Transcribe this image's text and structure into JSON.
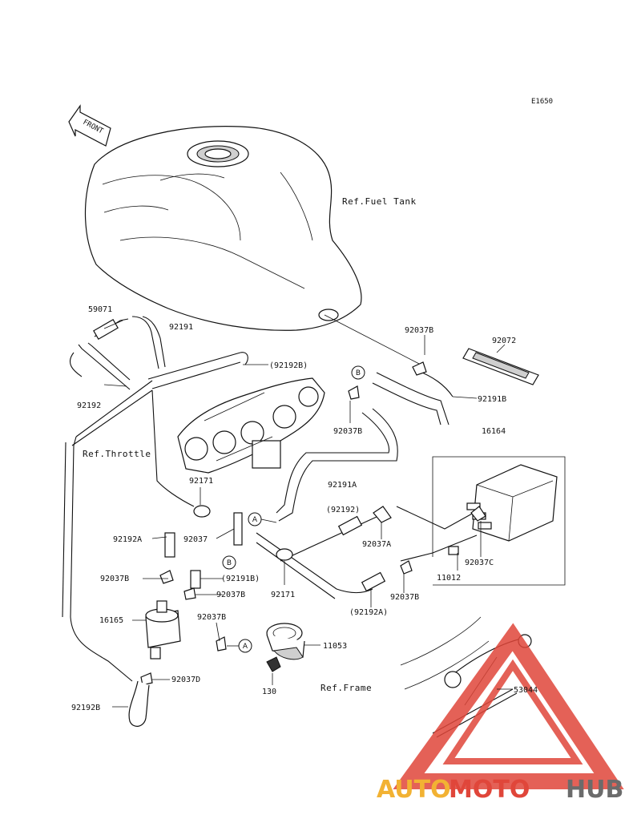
{
  "diagram_code": "E1650",
  "front_label": "FRONT",
  "references": {
    "fuel_tank": "Ref.Fuel Tank",
    "throttle": "Ref.Throttle",
    "frame": "Ref.Frame"
  },
  "parts": {
    "p59071": "59071",
    "p92191": "92191",
    "p92192": "92192",
    "p92192B_paren": "(92192B)",
    "p92037B_top": "92037B",
    "p92072": "92072",
    "p92191B": "92191B",
    "p92037B_mid": "92037B",
    "p16164": "16164",
    "p92171_upper": "92171",
    "p92191A": "92191A",
    "p92192_paren": "(92192)",
    "p92192A": "92192A",
    "p92037": "92037",
    "p92037A": "92037A",
    "p92037C": "92037C",
    "p92037B_left": "92037B",
    "p92191B_paren": "(92191B)",
    "p92171_lower": "92171",
    "p11012": "11012",
    "p92037B_center": "92037B",
    "p92037B_right": "92037B",
    "p16165": "16165",
    "p92037B_lower": "92037B",
    "p92192A_paren": "(92192A)",
    "p11053": "11053",
    "p130": "130",
    "p92037D": "92037D",
    "p92192B": "92192B",
    "p53044": "53044"
  },
  "callouts": {
    "A": "A",
    "B": "B"
  },
  "watermark": {
    "auto": "AUTO",
    "moto": "MOTO",
    "hub": "HUB"
  }
}
